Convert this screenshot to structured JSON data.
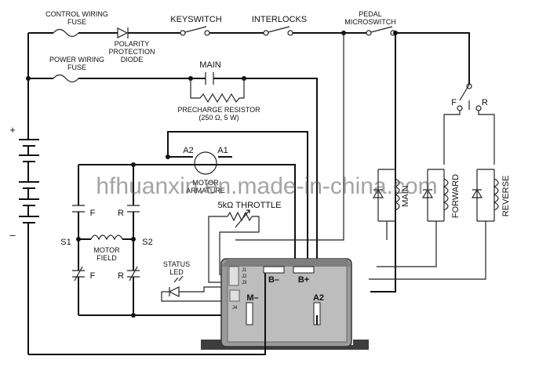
{
  "labels": {
    "control_wiring_fuse_1": "CONTROL WIRING",
    "control_wiring_fuse_2": "FUSE",
    "polarity_1": "POLARITY",
    "polarity_2": "PROTECTION",
    "polarity_3": "DIODE",
    "keyswitch": "KEYSWITCH",
    "interlocks": "INTERLOCKS",
    "pedal_1": "PEDAL",
    "pedal_2": "MICROSWITCH",
    "power_fuse_1": "POWER WIRING",
    "power_fuse_2": "FUSE",
    "main": "MAIN",
    "precharge_1": "PRECHARGE RESISTOR",
    "precharge_2": "(250 Ω, 5 W)",
    "plus": "+",
    "minus": "–",
    "a2_top": "A2",
    "a1_top": "A1",
    "armature_1": "MOTOR",
    "armature_2": "ARMATURE",
    "throttle": "5kΩ THROTTLE",
    "f_top": "F",
    "r_top": "R",
    "s1": "S1",
    "s2": "S2",
    "motor_field_1": "MOTOR",
    "motor_field_2": "FIELD",
    "f_bottom": "F",
    "r_bottom": "R",
    "status_1": "STATUS",
    "status_2": "LED",
    "j1": "J1",
    "j2": "J2",
    "j3": "J3",
    "j4": "J4",
    "b_minus": "B–",
    "b_plus": "B+",
    "m_minus": "M–",
    "a2_ctrl": "A2",
    "f_right": "F",
    "r_right": "R",
    "coil_main": "MAIN",
    "coil_forward": "FORWARD",
    "coil_reverse": "REVERSE"
  },
  "watermark": "hfhuanxin.en.made-in-china.com"
}
